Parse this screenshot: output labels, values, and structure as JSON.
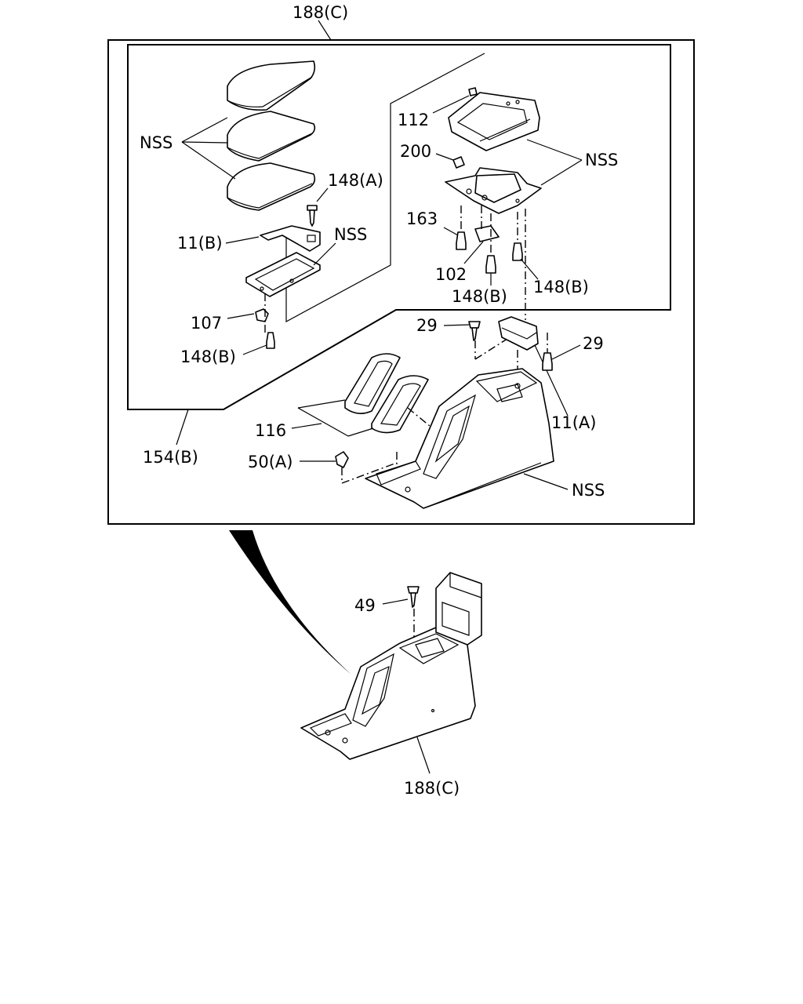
{
  "labels": {
    "top_ref": "188(C)",
    "nss_armrest": "NSS",
    "p148a": "148(A)",
    "p11b": "11(B)",
    "nss_bracket": "NSS",
    "p107": "107",
    "p148b_left": "148(B)",
    "p154b": "154(B)",
    "p112": "112",
    "p200": "200",
    "nss_box": "NSS",
    "p163": "163",
    "p102": "102",
    "p148b_mid": "148(B)",
    "p148b_right": "148(B)",
    "p29_left": "29",
    "p29_right": "29",
    "p11a": "11(A)",
    "p116": "116",
    "p50a": "50(A)",
    "nss_console": "NSS",
    "p49": "49",
    "bottom_ref": "188(C)"
  }
}
